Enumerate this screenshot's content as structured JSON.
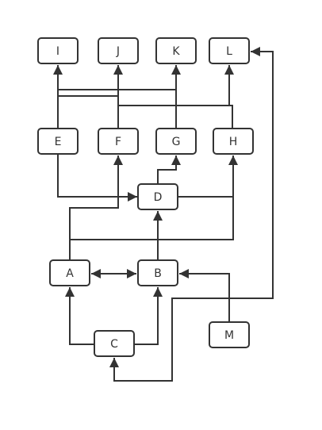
{
  "nodes": {
    "I": "I",
    "J": "J",
    "K": "K",
    "L": "L",
    "E": "E",
    "F": "F",
    "G": "G",
    "H": "H",
    "D": "D",
    "A": "A",
    "B": "B",
    "C": "C",
    "M": "M"
  },
  "colors": {
    "stroke": "#333333",
    "fill": "#ffffff"
  }
}
